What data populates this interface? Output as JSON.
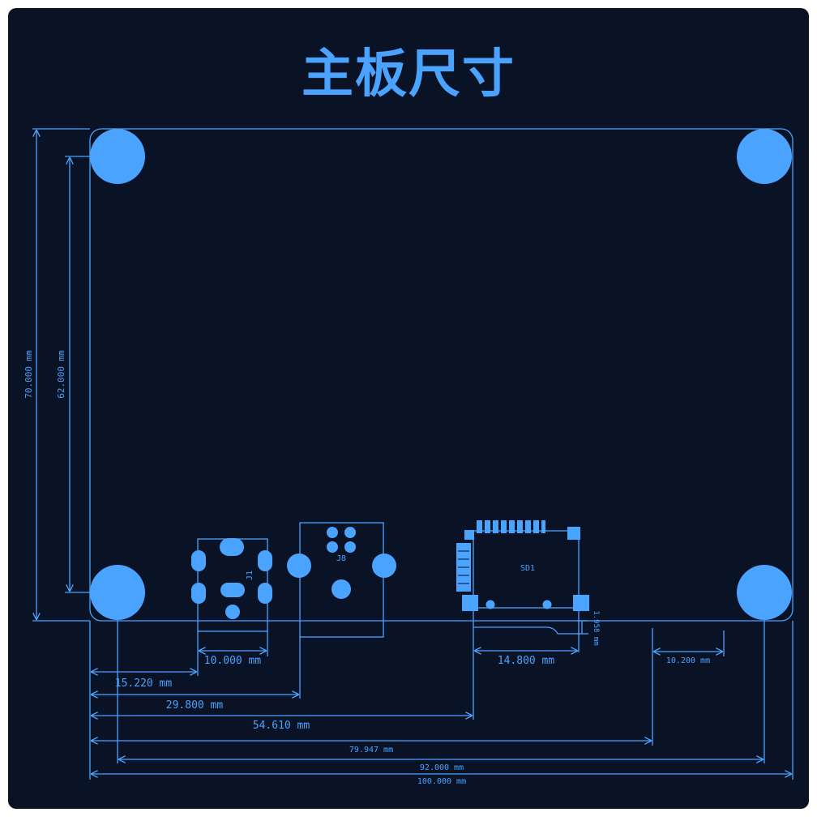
{
  "title": "主板尺寸",
  "dimensions": {
    "height_70": "70.000 mm",
    "height_62": "62.000 mm",
    "w_j1": "10.000 mm",
    "w_sd": "14.800 mm",
    "w_sd_gap": "10.200 mm",
    "h_sd_small": "1.958 mm",
    "x_15": "15.220 mm",
    "x_29": "29.800 mm",
    "x_54": "54.610 mm",
    "x_79": "79.947 mm",
    "x_92": "92.000 mm",
    "x_100": "100.000 mm"
  },
  "components": {
    "j1": "J1",
    "j8": "J8",
    "sd1": "SD1"
  },
  "colors": {
    "background": "#0a1226",
    "accent": "#4aa3ff"
  }
}
